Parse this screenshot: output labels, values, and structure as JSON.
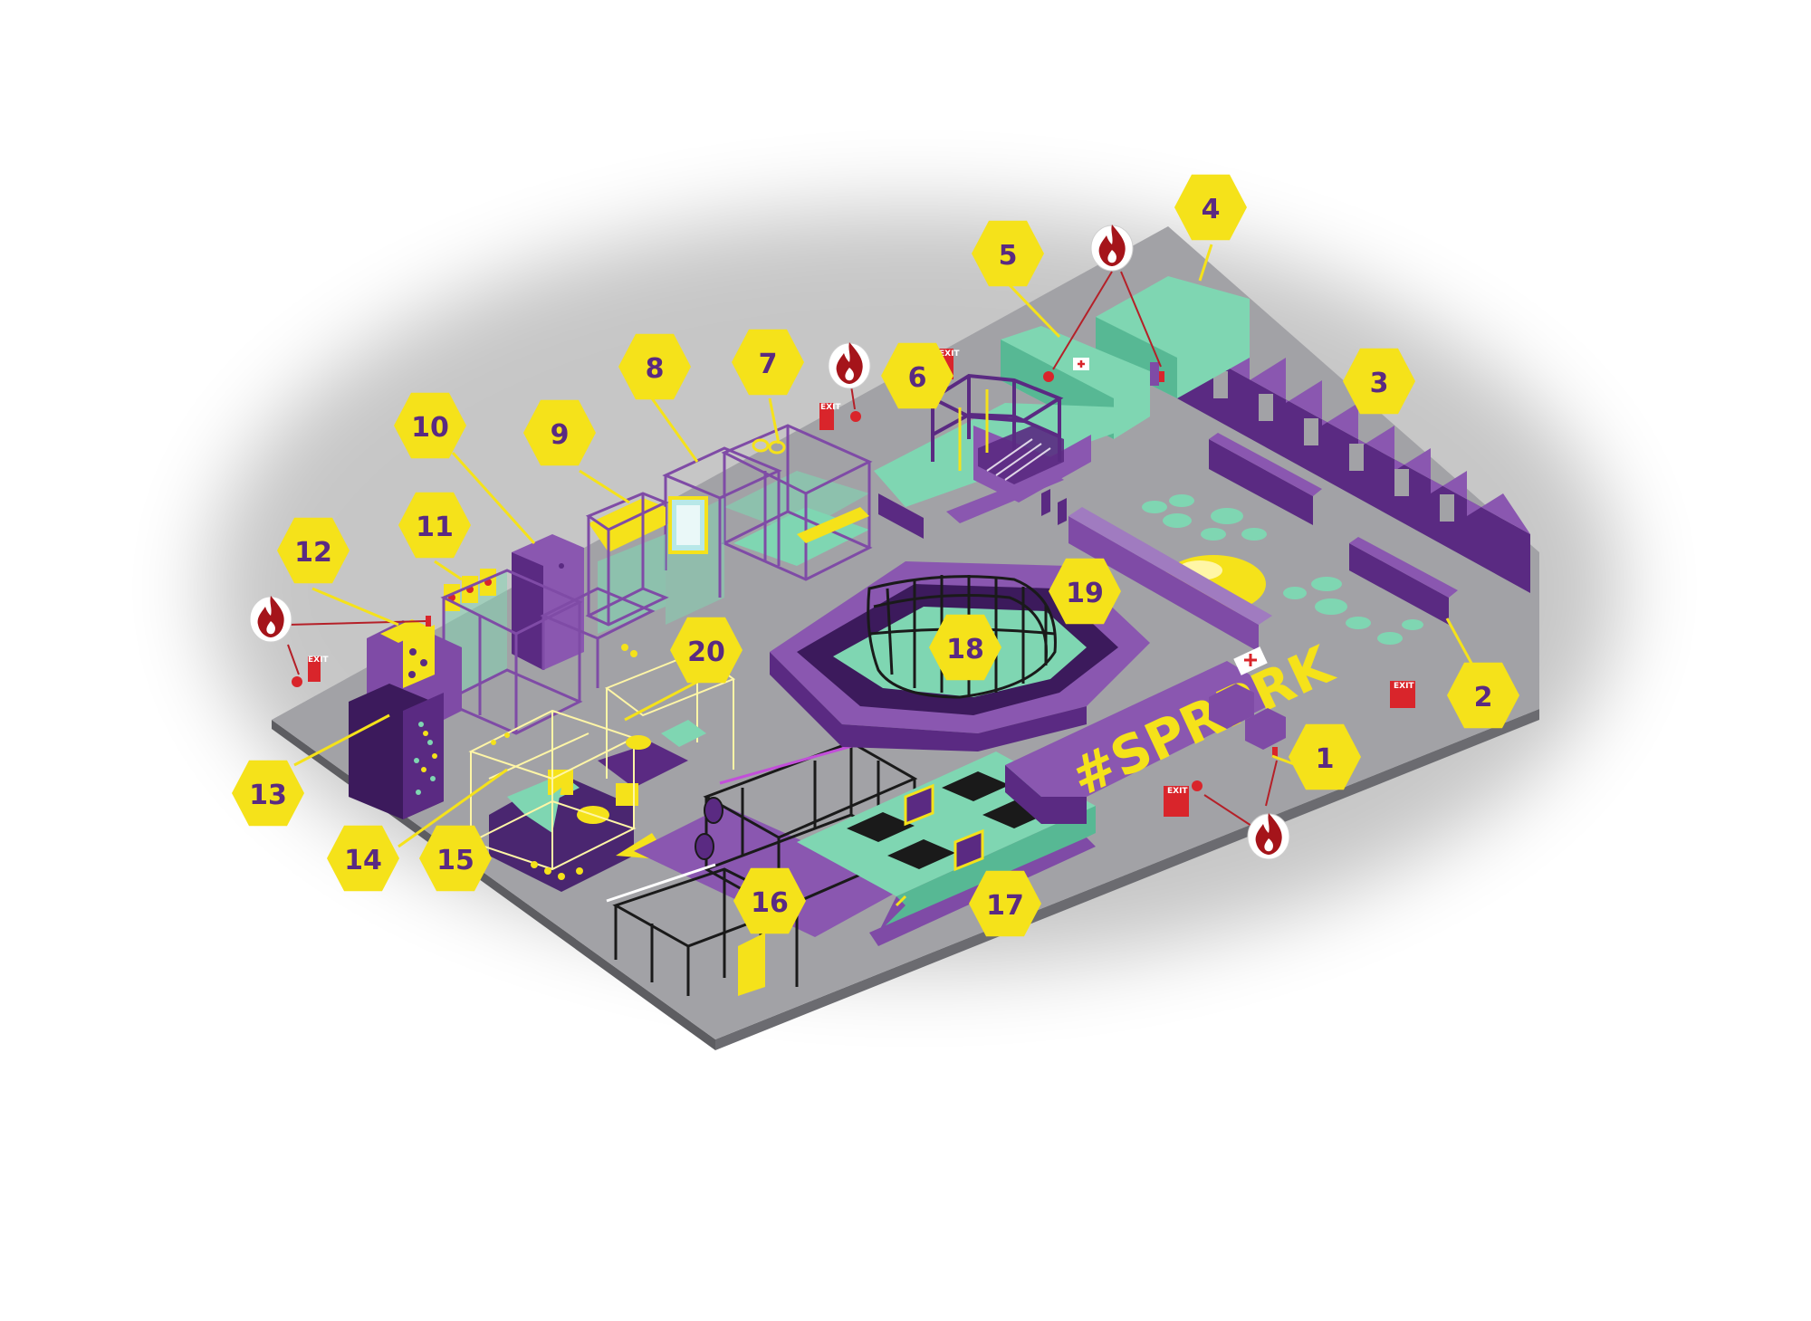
{
  "colors": {
    "floor": "#a2a2a6",
    "floor_side": "#5d5d61",
    "purple": "#7f4ba6",
    "purple_dark": "#5a2a82",
    "purple_light": "#a07bc0",
    "mint": "#7fd6b2",
    "mint_dark": "#57b894",
    "yellow": "#f5e21a",
    "red": "#d9252b",
    "flame": "#a5141a"
  },
  "brand_text": "#SPRPRK",
  "exit_label": "EXIT",
  "markers": [
    {
      "id": "1",
      "label": "1"
    },
    {
      "id": "2",
      "label": "2"
    },
    {
      "id": "3",
      "label": "3"
    },
    {
      "id": "4",
      "label": "4"
    },
    {
      "id": "5",
      "label": "5"
    },
    {
      "id": "6",
      "label": "6"
    },
    {
      "id": "7",
      "label": "7"
    },
    {
      "id": "8",
      "label": "8"
    },
    {
      "id": "9",
      "label": "9"
    },
    {
      "id": "10",
      "label": "10"
    },
    {
      "id": "11",
      "label": "11"
    },
    {
      "id": "12",
      "label": "12"
    },
    {
      "id": "13",
      "label": "13"
    },
    {
      "id": "14",
      "label": "14"
    },
    {
      "id": "15",
      "label": "15"
    },
    {
      "id": "16",
      "label": "16"
    },
    {
      "id": "17",
      "label": "17"
    },
    {
      "id": "18",
      "label": "18"
    },
    {
      "id": "19",
      "label": "19"
    },
    {
      "id": "20",
      "label": "20"
    }
  ],
  "icons": [
    "fire-extinguisher-icon",
    "first-aid-icon",
    "exit-sign-icon"
  ]
}
